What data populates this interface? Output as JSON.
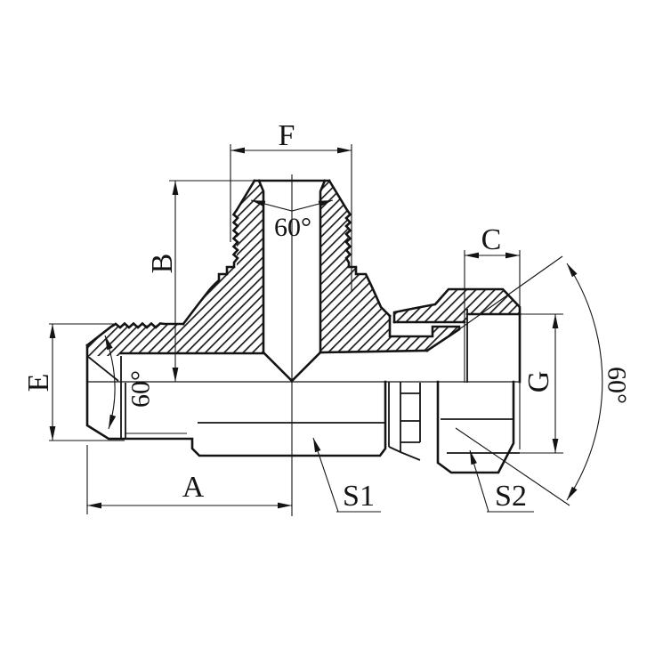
{
  "drawing": {
    "type": "technical-drawing",
    "description": "Cross-section half-view of a branch tee hydraulic fitting with male cone ends and swivel nut",
    "background_color": "#ffffff",
    "line_color": "#141414",
    "labels": {
      "top_width": "F",
      "branch_height": "B",
      "left_end_diameter": "E",
      "body_length": "A",
      "nut_thread_length": "C",
      "nut_diameter": "G",
      "body_hex": "S1",
      "nut_hex": "S2",
      "angle_top": "60°",
      "angle_left": "60°",
      "angle_right": "60°"
    }
  }
}
